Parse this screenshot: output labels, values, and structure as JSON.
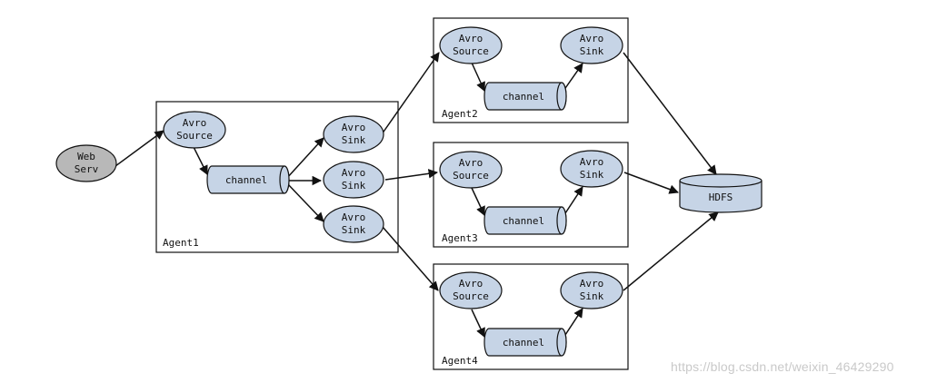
{
  "web_server": {
    "line1": "Web",
    "line2": "Serv"
  },
  "hdfs": {
    "label": "HDFS"
  },
  "agent1": {
    "label": "Agent1",
    "source": {
      "line1": "Avro",
      "line2": "Source"
    },
    "channel": "channel",
    "sink1": {
      "line1": "Avro",
      "line2": "Sink"
    },
    "sink2": {
      "line1": "Avro",
      "line2": "Sink"
    },
    "sink3": {
      "line1": "Avro",
      "line2": "Sink"
    }
  },
  "agent2": {
    "label": "Agent2",
    "source": {
      "line1": "Avro",
      "line2": "Source"
    },
    "channel": "channel",
    "sink": {
      "line1": "Avro",
      "line2": "Sink"
    }
  },
  "agent3": {
    "label": "Agent3",
    "source": {
      "line1": "Avro",
      "line2": "Source"
    },
    "channel": "channel",
    "sink": {
      "line1": "Avro",
      "line2": "Sink"
    }
  },
  "agent4": {
    "label": "Agent4",
    "source": {
      "line1": "Avro",
      "line2": "Source"
    },
    "channel": "channel",
    "sink": {
      "line1": "Avro",
      "line2": "Sink"
    }
  },
  "watermark": "https://blog.csdn.net/weixin_46429290",
  "colors": {
    "node_fill": "#c6d4e6",
    "web_fill": "#b8b8b8",
    "stroke": "#111111",
    "box_stroke": "#111111"
  }
}
